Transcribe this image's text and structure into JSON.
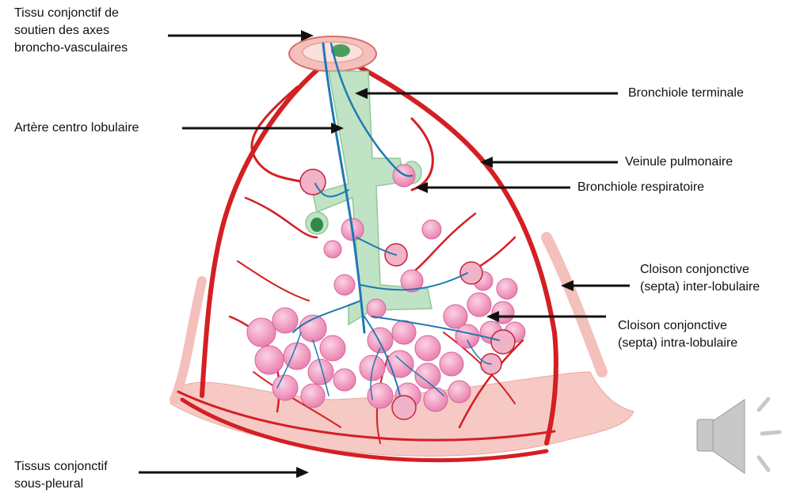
{
  "labels": {
    "tissu_soutien": [
      "Tissu conjonctif de",
      "soutien des axes",
      "broncho-vasculaires"
    ],
    "bronchiole_terminale": "Bronchiole terminale",
    "artere_centro": "Artère centro lobulaire",
    "veinule": "Veinule pulmonaire",
    "bronchiole_resp": "Bronchiole respiratoire",
    "cloison_inter": [
      "Cloison conjonctive",
      "(septa) inter-lobulaire"
    ],
    "cloison_intra": [
      "Cloison conjonctive",
      "(septa) intra-lobulaire"
    ],
    "tissus_sous_pleural": [
      "Tissus conjonctif",
      "sous-pleural"
    ]
  },
  "colors": {
    "vessel_red": "#d41f23",
    "septa_pink": "#f7c6c1",
    "bronchiole_green": "#bfe3c4",
    "artery_blue": "#1f78b4",
    "alveoli_pink": "#ef9ac0",
    "speaker_gray": "#c8c8c8"
  },
  "icons": {
    "speaker": "speaker-icon"
  }
}
